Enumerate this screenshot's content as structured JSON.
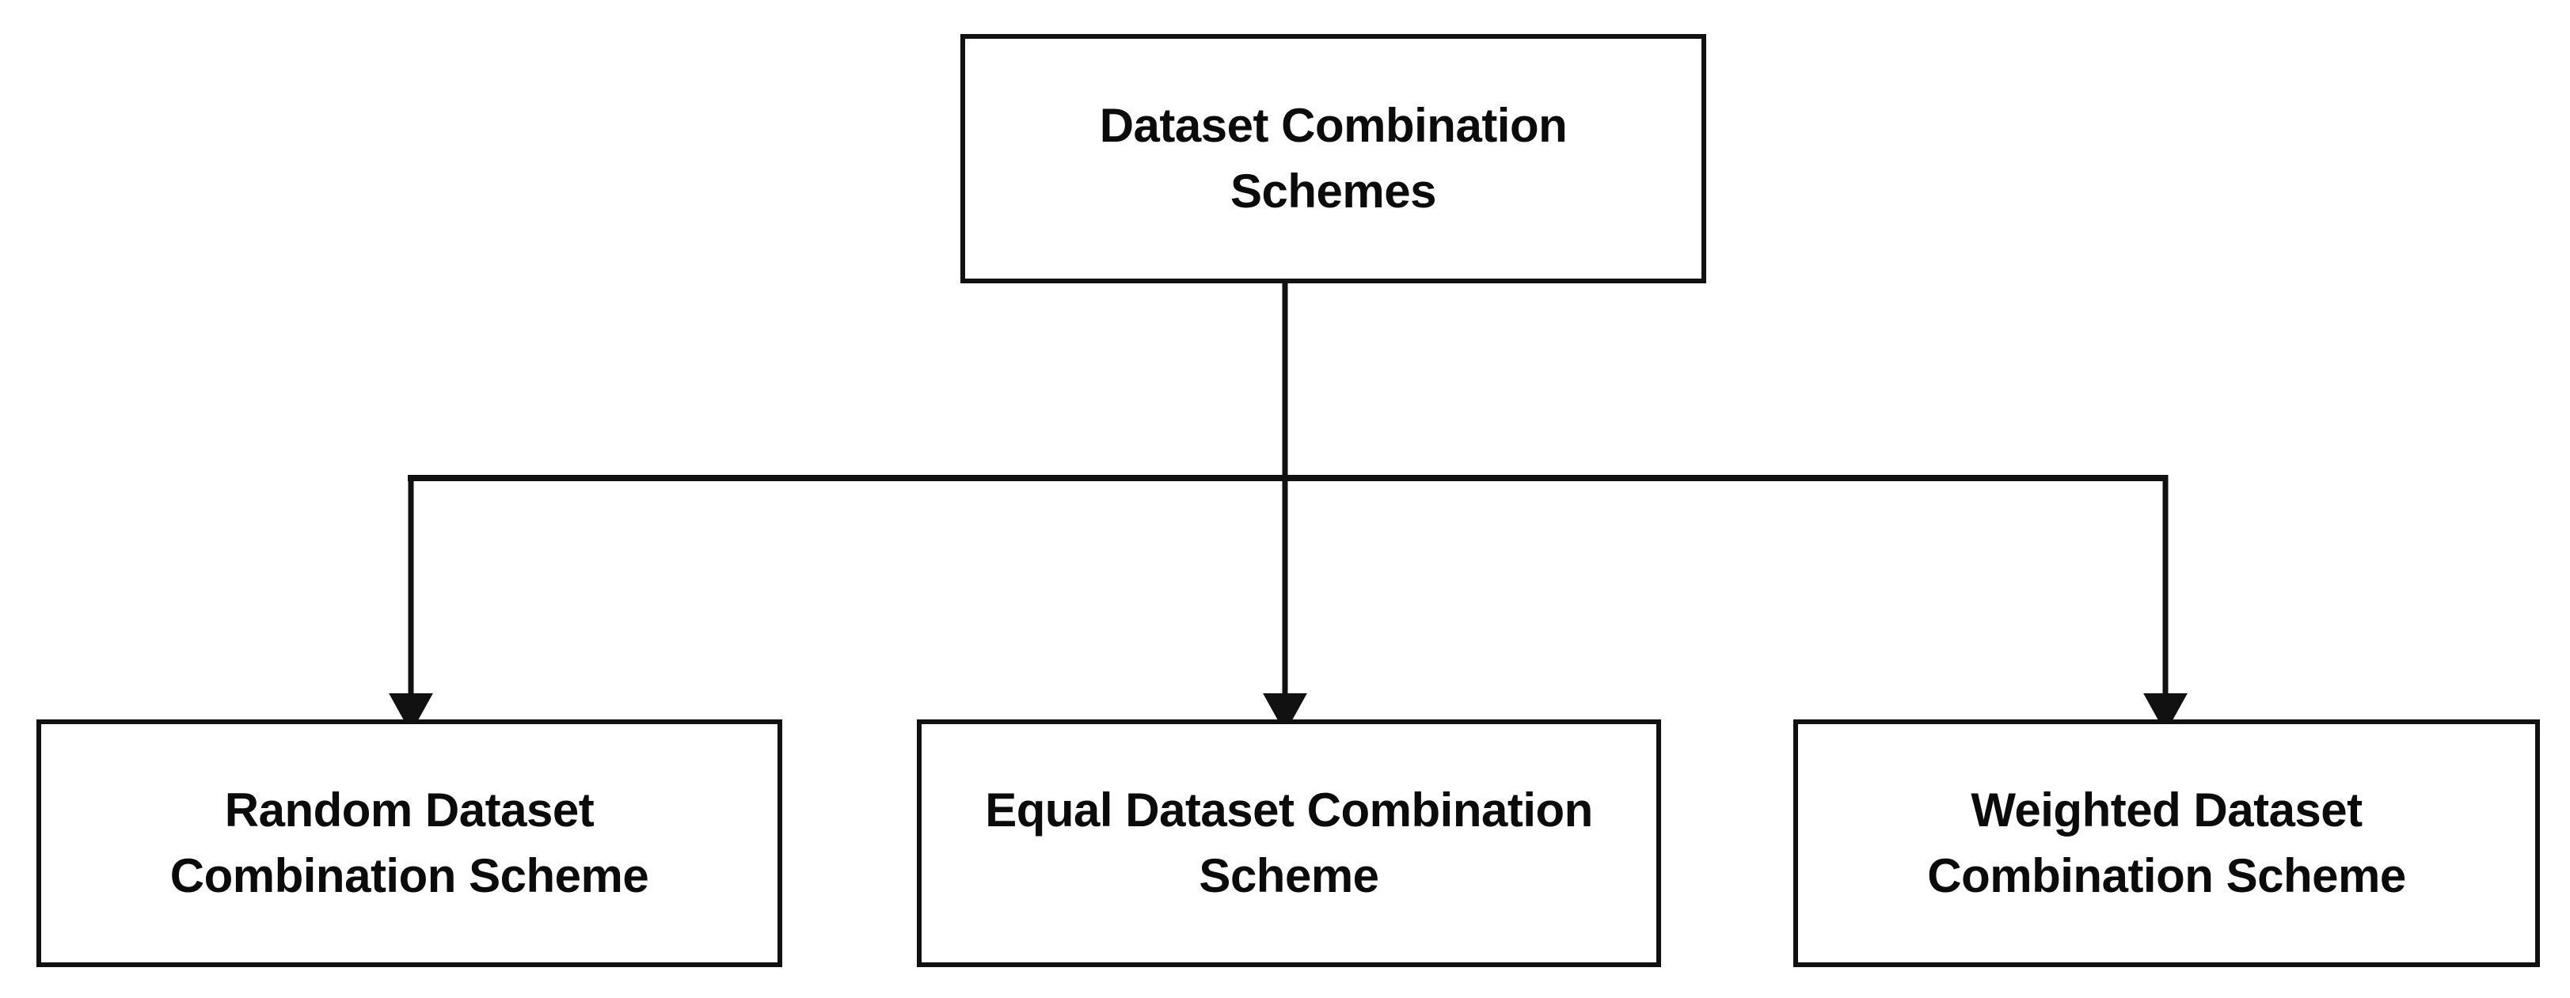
{
  "diagram": {
    "type": "flowchart",
    "orientation": "top-down",
    "background_color": "#ffffff",
    "line_color": "#111111",
    "text_color": "#0b0b0b",
    "root": {
      "id": "dataset-combination-schemes",
      "label": "Dataset Combination\nSchemes"
    },
    "children": [
      {
        "id": "random-dataset-combination-scheme",
        "label": "Random Dataset\nCombination Scheme"
      },
      {
        "id": "equal-dataset-combination-scheme",
        "label": "Equal Dataset Combination\nScheme"
      },
      {
        "id": "weighted-dataset-combination-scheme",
        "label": "Weighted Dataset\nCombination Scheme"
      }
    ],
    "connectors": [
      {
        "id": "root-to-bus",
        "shape": "vertical-line",
        "from": "dataset-combination-schemes",
        "to": "distribution-bus"
      },
      {
        "id": "bus",
        "shape": "horizontal-line",
        "from": "left-branch",
        "to": "right-branch"
      },
      {
        "id": "bus-to-random",
        "shape": "elbow-arrow",
        "from": "distribution-bus",
        "to": "random-dataset-combination-scheme",
        "arrowhead": "filled-triangle"
      },
      {
        "id": "bus-to-equal",
        "shape": "straight-arrow",
        "from": "distribution-bus",
        "to": "equal-dataset-combination-scheme",
        "arrowhead": "filled-triangle"
      },
      {
        "id": "bus-to-weighted",
        "shape": "elbow-arrow",
        "from": "distribution-bus",
        "to": "weighted-dataset-combination-scheme",
        "arrowhead": "filled-triangle"
      }
    ]
  }
}
